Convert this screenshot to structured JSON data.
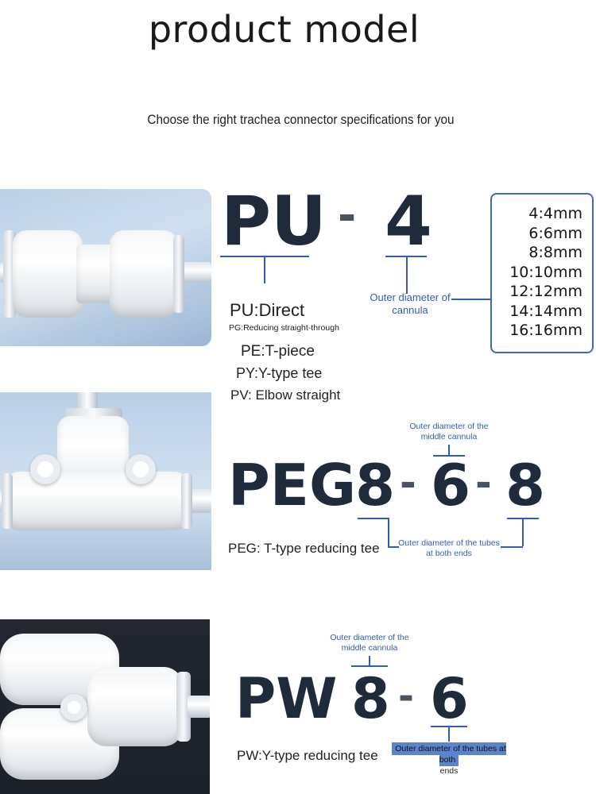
{
  "header": {
    "title": "product model",
    "subtitle": "Choose the right trachea connector specifications for you"
  },
  "pu": {
    "prefix": "PU",
    "dash": "-",
    "size": "4",
    "note": "Outer diameter of cannula",
    "sizes": [
      "4:4mm",
      "6:6mm",
      "8:8mm",
      "10:10mm",
      "12:12mm",
      "14:14mm",
      "16:16mm"
    ],
    "types": {
      "pu": "PU:Direct",
      "pg": "PG:Reducing straight-through",
      "pe": "PE:T-piece",
      "py": "PY:Y-type tee",
      "pv": "PV: Elbow straight"
    }
  },
  "peg": {
    "prefix": "PEG",
    "n1": "8",
    "dash1": "-",
    "n2": "6",
    "dash2": "-",
    "n3": "8",
    "middle_note": "Outer diameter of the middle cannula",
    "ends_note": "Outer diameter of the tubes at both ends",
    "type": "PEG: T-type reducing tee"
  },
  "pw": {
    "prefix": "PW",
    "n1": "8",
    "dash": "-",
    "n2": "6",
    "middle_note": "Outer diameter of the middle cannula",
    "ends_note": "Outer diameter of the tubes at both",
    "ends_note_2": "ends",
    "type": "PW:Y-type reducing tee"
  }
}
